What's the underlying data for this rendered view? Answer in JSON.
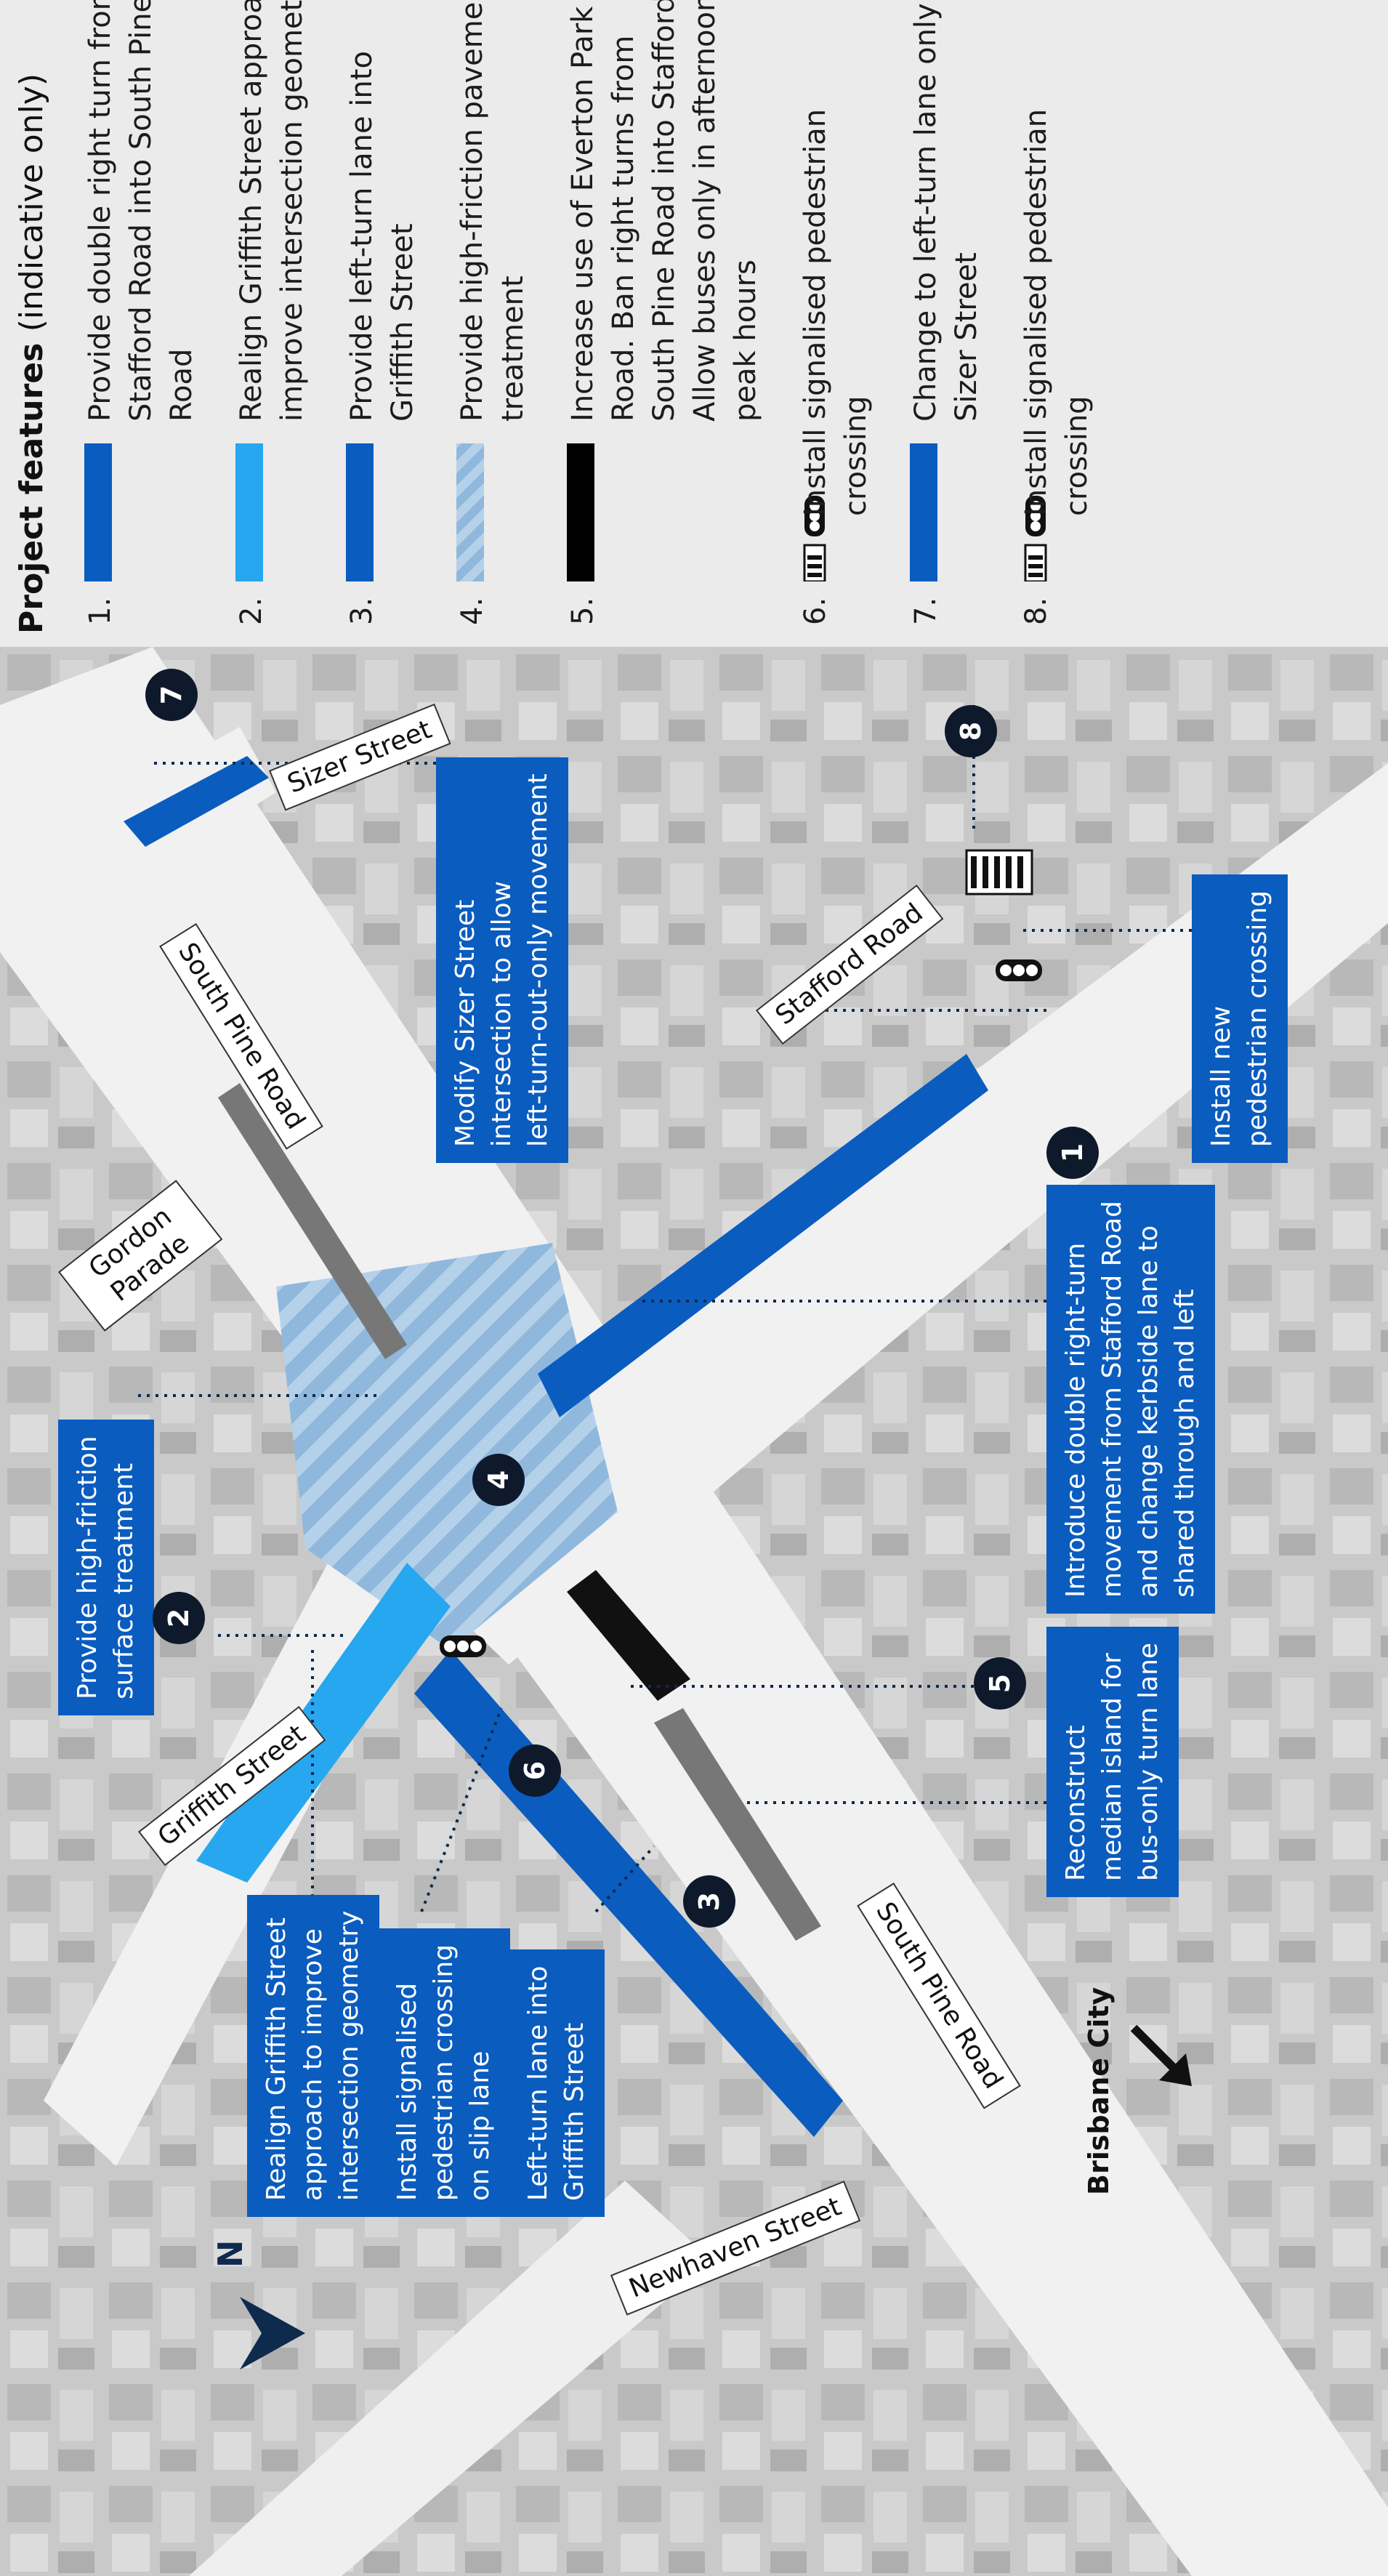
{
  "legend": {
    "title": "Project features",
    "title_sub": "(indicative only)",
    "items": [
      {
        "num": "1.",
        "lines": [
          "Provide double right turn from",
          "Stafford Road into South Pine",
          "Road"
        ],
        "swatch": "#0a5cbf"
      },
      {
        "num": "2.",
        "lines": [
          "Realign Griffith Street approach to",
          "improve intersection geometry"
        ],
        "swatch": "#27a7ef"
      },
      {
        "num": "3.",
        "lines": [
          "Provide left-turn lane into",
          "Griffith Street"
        ],
        "swatch": "#0a5cbf"
      },
      {
        "num": "4.",
        "lines": [
          "Provide high-friction pavement",
          "treatment"
        ],
        "swatch": "hatch"
      },
      {
        "num": "5.",
        "lines": [
          "Increase use of Everton Park Link",
          "Road. Ban right turns from",
          "South Pine Road into Stafford Road.",
          "Allow buses only in afternoon",
          "peak hours"
        ],
        "swatch": "#000000"
      },
      {
        "num": "6.",
        "lines": [
          "Install signalised pedestrian",
          "crossing"
        ],
        "swatch": "signal"
      },
      {
        "num": "7.",
        "lines": [
          "Change to left-turn lane only at",
          "Sizer Street"
        ],
        "swatch": "#0a5cbf"
      },
      {
        "num": "8.",
        "lines": [
          "Install signalised pedestrian",
          "crossing"
        ],
        "swatch": "signal"
      }
    ]
  },
  "callouts": [
    {
      "id": "modify-sizer",
      "lines": [
        "Modify Sizer Street",
        "intersection to allow",
        "left-turn-out-only movement"
      ]
    },
    {
      "id": "new-ped-crossing",
      "lines": [
        "Install new",
        "pedestrian crossing"
      ]
    },
    {
      "id": "double-right",
      "lines": [
        "Introduce double right-turn",
        "movement from Stafford Road",
        "and change kerbside lane to",
        "shared through and left"
      ]
    },
    {
      "id": "median-island",
      "lines": [
        "Reconstruct",
        "median island for",
        "bus-only turn lane"
      ]
    },
    {
      "id": "high-friction",
      "lines": [
        "Provide high-friction",
        "surface treatment"
      ]
    },
    {
      "id": "realign-griffith",
      "lines": [
        "Realign Griffith Street",
        "approach to improve",
        "intersection geometry"
      ]
    },
    {
      "id": "slip-lane-crossing",
      "lines": [
        "Install signalised",
        "pedestrian crossing",
        "on slip lane"
      ]
    },
    {
      "id": "left-turn-griffith",
      "lines": [
        "Left-turn lane into",
        "Griffith Street"
      ]
    }
  ],
  "streets": {
    "sizer": "Sizer Street",
    "south_pine_top": "South Pine Road",
    "stafford": "Stafford Road",
    "gordon": "Gordon Parade",
    "griffith": "Griffith Street",
    "south_pine_bottom": "South Pine Road",
    "newhaven": "Newhaven Street"
  },
  "badges": [
    "1",
    "2",
    "3",
    "4",
    "5",
    "6",
    "7",
    "8"
  ],
  "north_label": "N",
  "direction_label": "Brisbane City",
  "icons": {
    "north": "north-arrow-icon",
    "direction": "arrow-icon",
    "signal": "traffic-signal-icon",
    "crossing": "zebra-crossing-icon"
  },
  "colors": {
    "primary_blue": "#0a5cbf",
    "light_blue": "#27a7ef",
    "hatch_blue": "#8fb8dc",
    "badge": "#0e1a2b"
  }
}
